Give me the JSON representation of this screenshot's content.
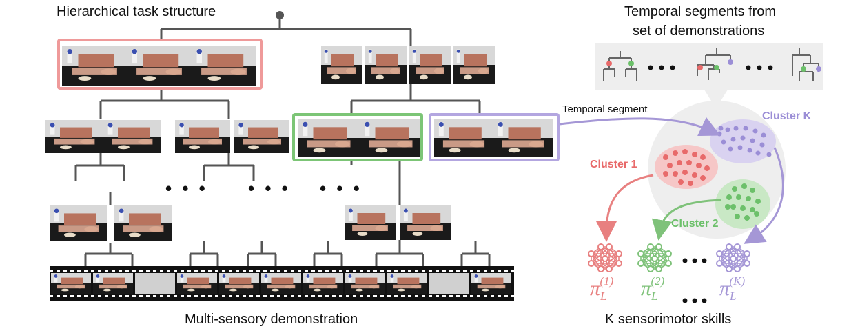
{
  "labels": {
    "hierarchy_title": "Hierarchical task structure",
    "segments_title_line1": "Temporal segments from",
    "segments_title_line2": "set of demonstrations",
    "temporal_segment": "Temporal segment",
    "cluster_k": "Cluster K",
    "cluster_1": "Cluster 1",
    "cluster_2": "Cluster 2",
    "demonstration": "Multi-sensory demonstration",
    "skills": "K sensorimotor skills",
    "ellipsis": "• • •"
  },
  "policies": [
    {
      "base": "π",
      "sup": "(1)",
      "sub": "L",
      "color": "#e88080"
    },
    {
      "base": "π",
      "sup": "(2)",
      "sub": "L",
      "color": "#7fc27a"
    },
    {
      "base": "π",
      "sup": "(K)",
      "sub": "L",
      "color": "#a597d6"
    }
  ],
  "colors": {
    "cluster_1": "#e86a6a",
    "cluster_2": "#6cc06a",
    "cluster_k": "#9b8ed6",
    "tree_line": "#555555",
    "highlight_red": "#ef9a9a",
    "highlight_green": "#7cc576",
    "highlight_purple": "#b3a6e0"
  }
}
